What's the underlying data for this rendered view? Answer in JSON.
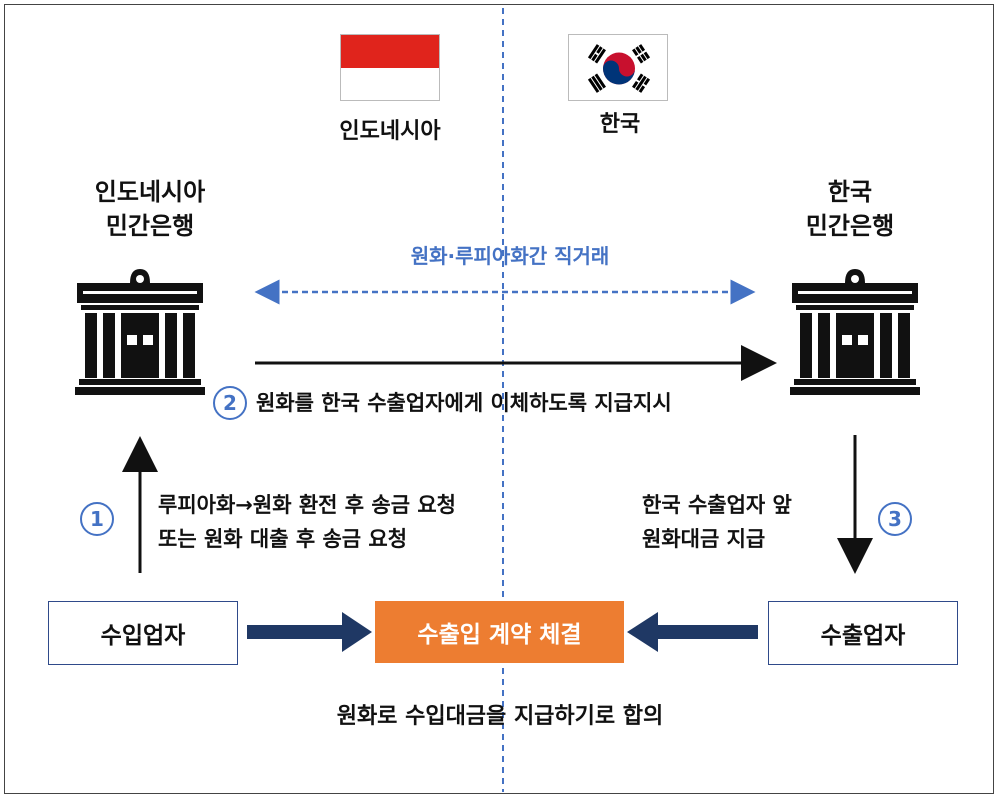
{
  "countries": {
    "left": "인도네시아",
    "right": "한국"
  },
  "banks": {
    "left": [
      "인도네시아",
      "민간은행"
    ],
    "right": [
      "한국",
      "민간은행"
    ]
  },
  "direct_trade_label": "원화·루피아화간 직거래",
  "steps": [
    {
      "number": "1",
      "lines": [
        "루피아화→원화 환전 후 송금 요청",
        "또는 원화 대출 후 송금 요청"
      ]
    },
    {
      "number": "2",
      "lines": [
        "원화를 한국 수출업자에게 이체하도록 지급지시"
      ]
    },
    {
      "number": "3",
      "lines": [
        "한국 수출업자 앞",
        "원화대금 지급"
      ]
    }
  ],
  "parties": {
    "importer": "수입업자",
    "exporter": "수출업자",
    "contract": "수출입 계약 체결"
  },
  "agreement": "원화로 수입대금을 지급하기로 합의",
  "icons": {
    "flag_left": "indonesia-flag",
    "flag_right": "south-korea-flag",
    "bank": "bank-building-icon"
  },
  "colors": {
    "accent_blue": "#4472c4",
    "contract_orange": "#ed7d31",
    "arrow_navy": "#1f3864"
  }
}
